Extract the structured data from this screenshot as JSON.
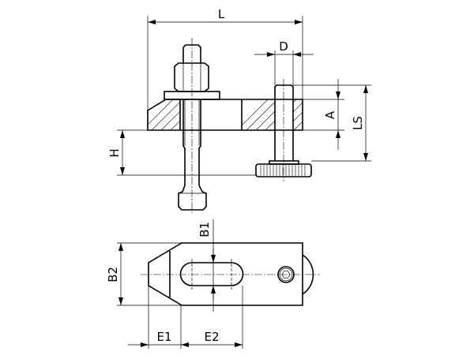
{
  "dimensions": {
    "L": "L",
    "D": "D",
    "A": "A",
    "LS": "LS",
    "H": "H",
    "B1": "B1",
    "B2": "B2",
    "E1": "E1",
    "E2": "E2"
  }
}
